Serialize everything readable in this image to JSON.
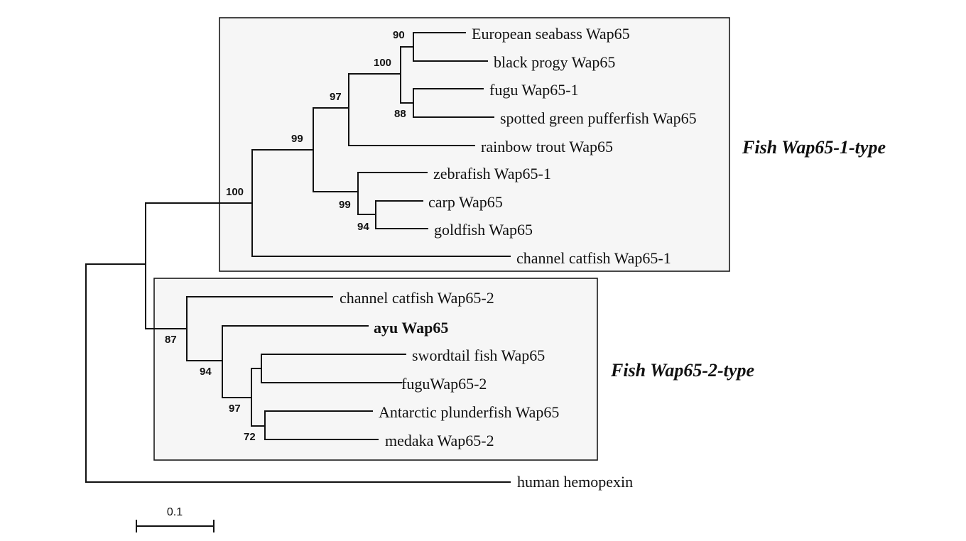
{
  "groups": {
    "type1": "Fish Wap65-1-type",
    "type2": "Fish Wap65-2-type"
  },
  "taxa": {
    "european_seabass": "European seabass Wap65",
    "black_progy": "black progy Wap65",
    "fugu_1": "fugu Wap65-1",
    "spotted_green_pufferfish": "spotted green pufferfish Wap65",
    "rainbow_trout": "rainbow trout Wap65",
    "zebrafish_1": "zebrafish Wap65-1",
    "carp": "carp Wap65",
    "goldfish": "goldfish Wap65",
    "channel_catfish_1": "channel catfish Wap65-1",
    "channel_catfish_2": "channel catfish Wap65-2",
    "ayu": "ayu Wap65",
    "swordtail": "swordtail fish Wap65",
    "fugu_2": "fuguWap65-2",
    "antarctic_plunderfish": "Antarctic plunderfish Wap65",
    "medaka_2": "medaka Wap65-2",
    "human_hemopexin": "human hemopexin"
  },
  "bootstrap": {
    "seabass_progy": "90",
    "seabass_progy_fugu": "100",
    "fugu_puffer": "88",
    "acanth_trout": "97",
    "type1_inner": "99",
    "cyprinid": "99",
    "carp_goldfish": "94",
    "type1_root": "100",
    "type2_root": "87",
    "ayu_acanth": "94",
    "acanth2": "97",
    "plunder_medaka": "72"
  },
  "scale_bar": {
    "label": "0.1"
  }
}
